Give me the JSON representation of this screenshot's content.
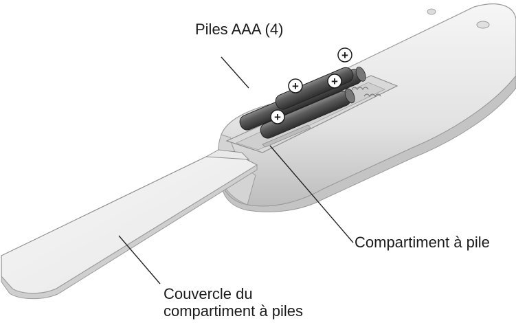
{
  "labels": {
    "batteries": "Piles AAA (4)",
    "compartment": "Compartiment à pile",
    "cover_line1": "Couvercle du",
    "cover_line2": "compartiment à piles"
  },
  "battery_polarity_symbol": "+",
  "colors": {
    "remote_body": "#eaeaea",
    "remote_shadow": "#b9b9b9",
    "cover": "#f4f4f4",
    "battery": "#555555",
    "leader_line": "#222222"
  }
}
